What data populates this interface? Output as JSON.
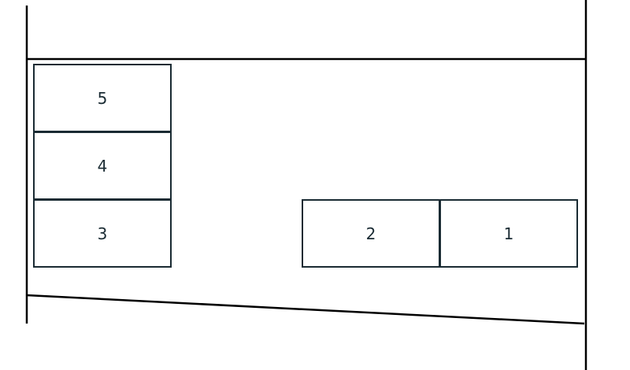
{
  "colors": {
    "line": "#000000",
    "box_border": "#1a2b33",
    "text": "#1a2b33",
    "background": "#ffffff"
  },
  "boxes": [
    {
      "label": "5"
    },
    {
      "label": "4"
    },
    {
      "label": "3"
    },
    {
      "label": "2"
    },
    {
      "label": "1"
    }
  ]
}
